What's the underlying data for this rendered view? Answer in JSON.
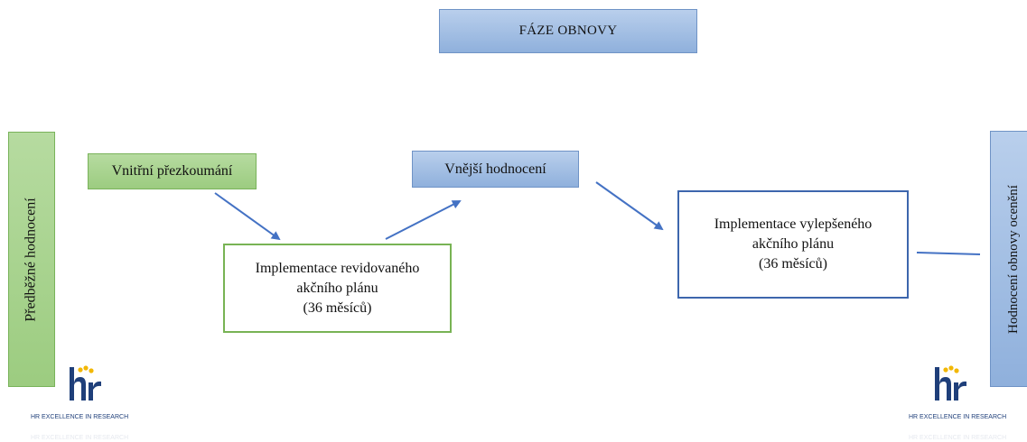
{
  "title": "FÁZE OBNOVY",
  "side_left": "Předběžné hodnocení",
  "side_right": "Hodnocení obnovy ocenění",
  "nodes": {
    "internal_review": "Vnitřní přezkoumání",
    "external_evaluation": "Vnější hodnocení",
    "impl_revised": {
      "line1": "Implementace revidovaného",
      "line2": "akčního plánu",
      "line3": "(36 měsíců)"
    },
    "impl_improved": {
      "line1": "Implementace vylepšeného",
      "line2": "akčního plánu",
      "line3": "(36 měsíců)"
    }
  },
  "logo": {
    "text": "HR EXCELLENCE IN RESEARCH"
  },
  "colors": {
    "blue_fill": "#a6c0e4",
    "green_fill": "#a9d48f",
    "blue_border": "#3d66ad",
    "green_border": "#78b354",
    "arrow": "#4472c4",
    "logo_navy": "#1f3f7a",
    "logo_yellow": "#f2b705"
  }
}
